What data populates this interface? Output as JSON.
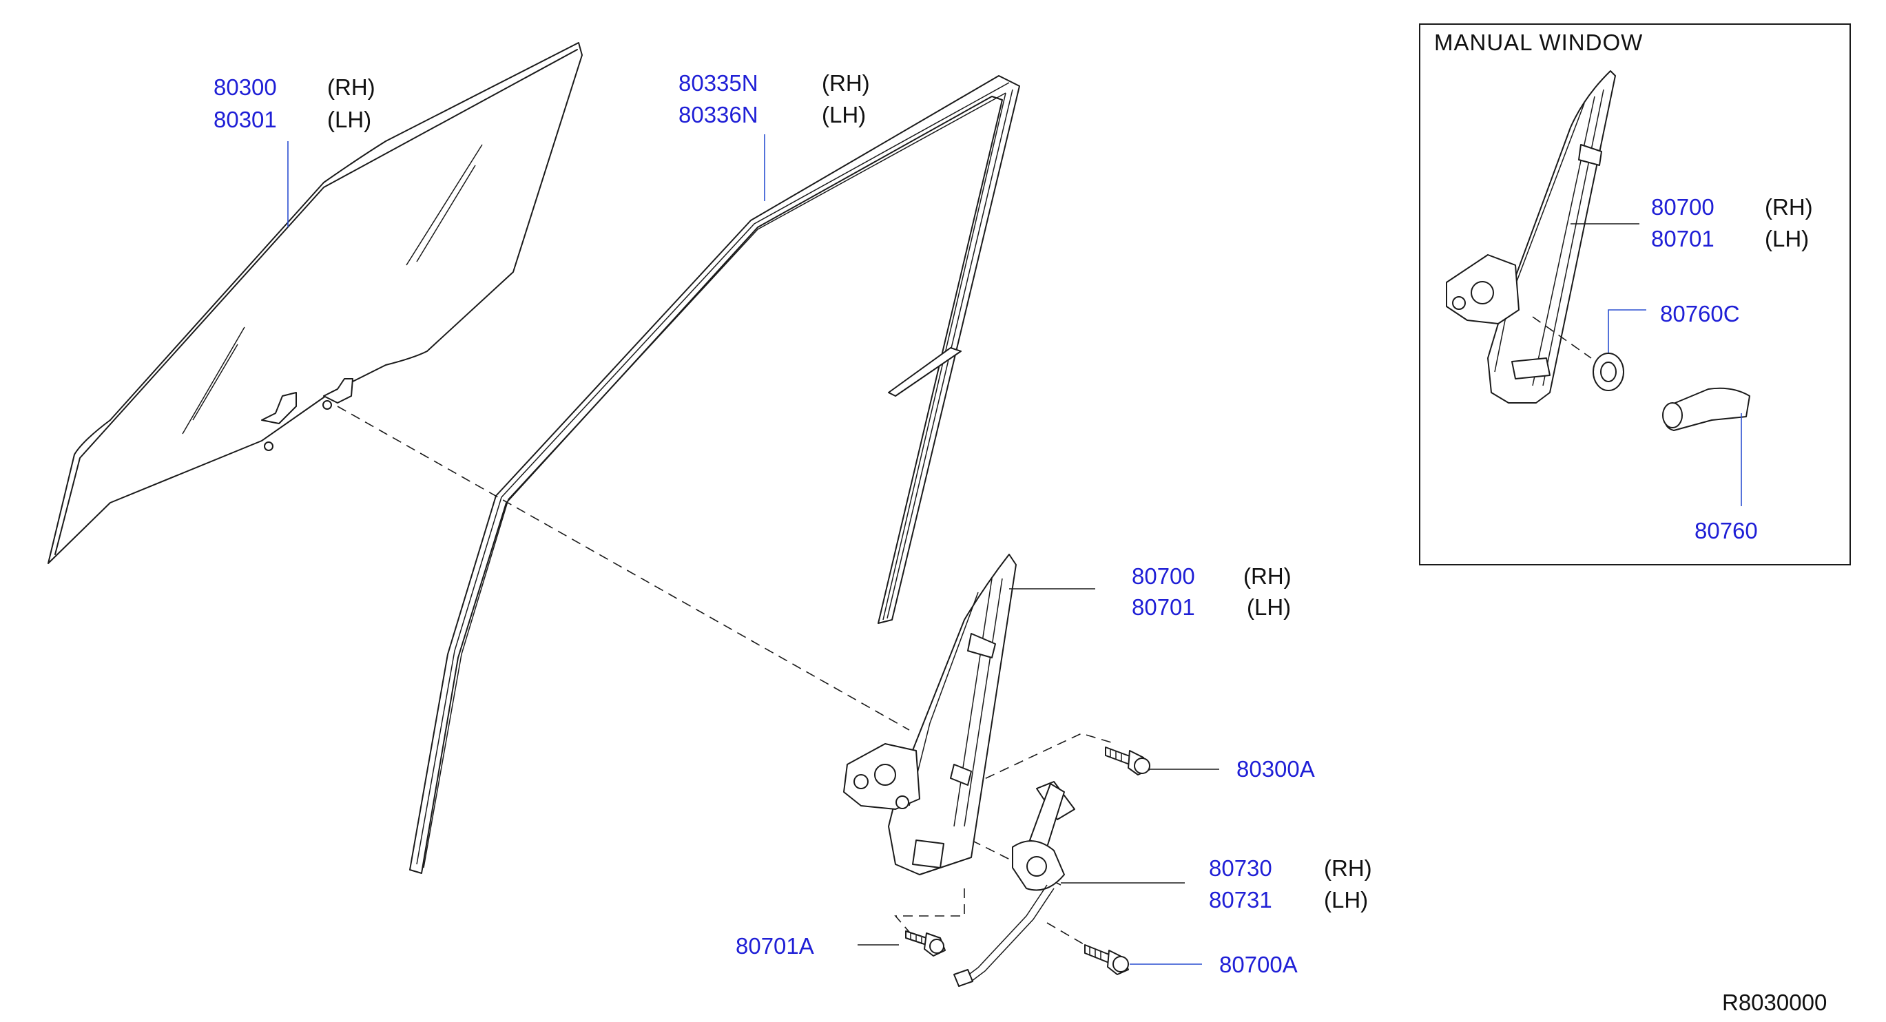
{
  "colors": {
    "part_number": "#1f1fd6",
    "text": "#111111",
    "line": "#1a1a1a"
  },
  "labels": {
    "glass_rh": {
      "part": "80300",
      "side": "(RH)"
    },
    "glass_lh": {
      "part": "80301",
      "side": "(LH)"
    },
    "run_rh": {
      "part": "80335N",
      "side": "(RH)"
    },
    "run_lh": {
      "part": "80336N",
      "side": "(LH)"
    },
    "regulator_rh": {
      "part": "80700",
      "side": "(RH)"
    },
    "regulator_lh": {
      "part": "80701",
      "side": "(LH)"
    },
    "bolt_glass": {
      "part": "80300A"
    },
    "motor_rh": {
      "part": "80730",
      "side": "(RH)"
    },
    "motor_lh": {
      "part": "80731",
      "side": "(LH)"
    },
    "bolt_lower": {
      "part": "80701A"
    },
    "bolt_motor": {
      "part": "80700A"
    }
  },
  "inset": {
    "title": "MANUAL   WINDOW",
    "regulator_rh": {
      "part": "80700",
      "side": "(RH)"
    },
    "regulator_lh": {
      "part": "80701",
      "side": "(LH)"
    },
    "escutcheon": {
      "part": "80760C"
    },
    "handle": {
      "part": "80760"
    }
  },
  "diagram_code": "R8030000"
}
